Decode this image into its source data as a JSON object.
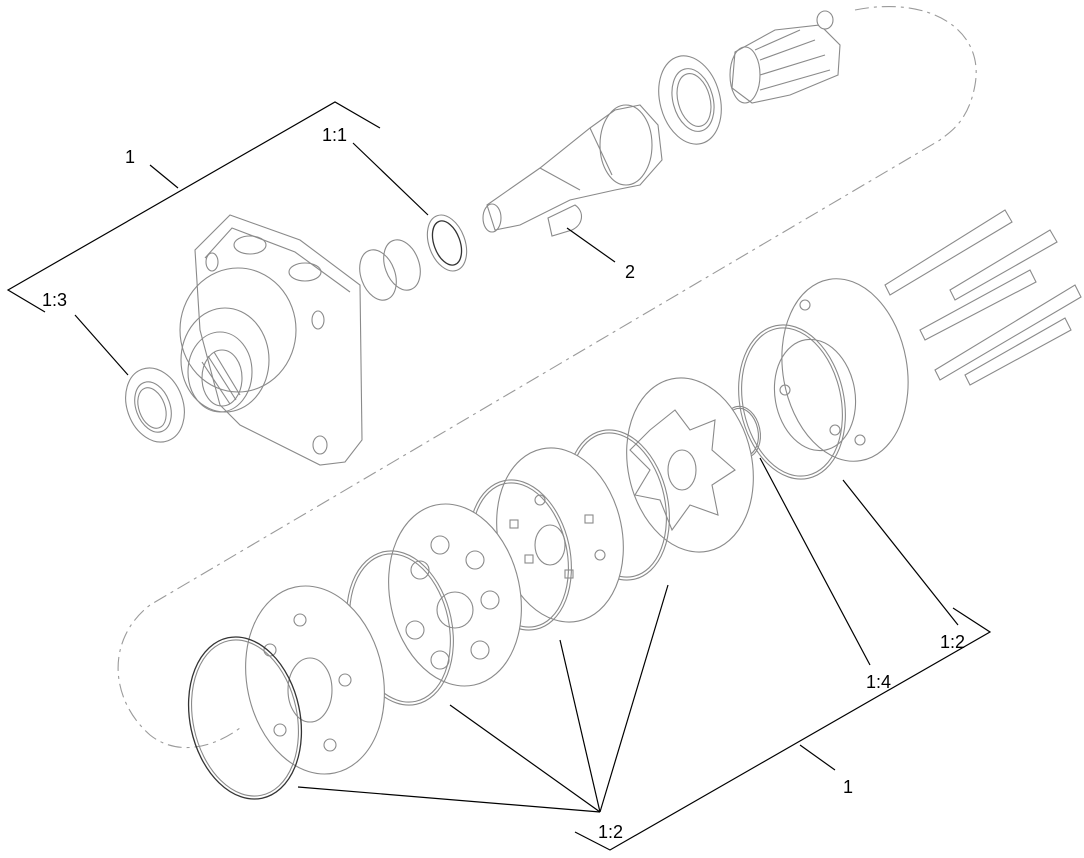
{
  "callouts": {
    "assembly_top": "1",
    "shaft_seal": "1:1",
    "key": "2",
    "dust_seal": "1:3",
    "seal_right": "1:2",
    "small_oring": "1:4",
    "assembly_bottom": "1",
    "seals_bottom": "1:2"
  },
  "colors": {
    "part_stroke": "#8a8a8a",
    "leader_stroke": "#000000",
    "background": "#ffffff"
  }
}
